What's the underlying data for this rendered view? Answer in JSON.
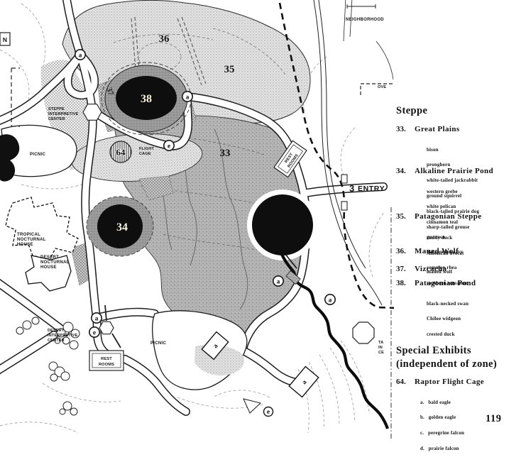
{
  "page": {
    "number": "119"
  },
  "colors": {
    "ink": "#1a1a1a",
    "pond_black": "#0e0e0e",
    "zone_light_stipple": "#d6d6d6",
    "zone_dark_stipple": "#acacac",
    "pond_ring_gray": "#949494",
    "paper": "#ffffff"
  },
  "map": {
    "labels": {
      "neighborhood": "NEIGHBORHOOD",
      "overlook_partial": "OVE",
      "entry_number": "3",
      "entry": "ENTRY",
      "north": "N",
      "steppe_center": [
        "STEPPE",
        "INTERPRETIVE",
        "CENTER"
      ],
      "flight_cage": [
        "FLIGHT",
        "CAGE"
      ],
      "picnic_west": "PICNIC",
      "picnic_south": "PICNIC",
      "tropical_nocturnal": [
        "TROPICAL",
        "NOCTURNAL",
        "HOUSE"
      ],
      "desert_nocturnal": [
        "DESERT",
        "NOCTURNAL",
        "HOUSE"
      ],
      "desert_center": [
        "DESERT",
        "INTERPRETIVE",
        "CENTER"
      ],
      "rest_rooms": [
        "REST",
        "ROOMS"
      ],
      "taiga_partial": [
        "TA",
        "IN",
        "CE"
      ]
    },
    "zone_numbers": {
      "z33": "33",
      "z34": "34",
      "z35": "35",
      "z36": "36",
      "z37": "37",
      "z38": "38",
      "z64": "64"
    },
    "markers": {
      "a": "a",
      "e": "e"
    }
  },
  "legend": {
    "section_title": "Steppe",
    "items": [
      {
        "num": "33.",
        "name": "Great Plains",
        "species": [
          "bison",
          "pronghorn",
          "white-tailed jackrabbit",
          "ground squirrel",
          "black-tailed prairie dog",
          "sharp-tailed grouse"
        ]
      },
      {
        "num": "34.",
        "name": "Alkaline Prairie Pond",
        "species": [
          "western grebe",
          "white pelican",
          "cinnamon teal",
          "ruddy duck",
          "American avocet"
        ]
      },
      {
        "num": "35.",
        "name": "Patagonian Steppe",
        "species": [
          "guanaco",
          "Patagonian cavy",
          "common rhea",
          "southern screamer"
        ]
      },
      {
        "num": "36.",
        "name": "Maned Wolf",
        "species": [
          "maned wolf"
        ]
      },
      {
        "num": "37.",
        "name": "Vizcacha",
        "species": []
      },
      {
        "num": "38.",
        "name": "Patagonian Pond",
        "species": [
          "black-necked swan",
          "Chiloe widgeon",
          "crested duck"
        ]
      }
    ],
    "special_title_line1": "Special Exhibits",
    "special_title_line2": "(independent of zone)",
    "special_items": [
      {
        "num": "64.",
        "name": "Raptor Flight Cage",
        "species": [
          "a.   bald eagle",
          "b.   golden eagle",
          "c.   peregrine falcon",
          "d.   prairie falcon"
        ]
      }
    ]
  }
}
